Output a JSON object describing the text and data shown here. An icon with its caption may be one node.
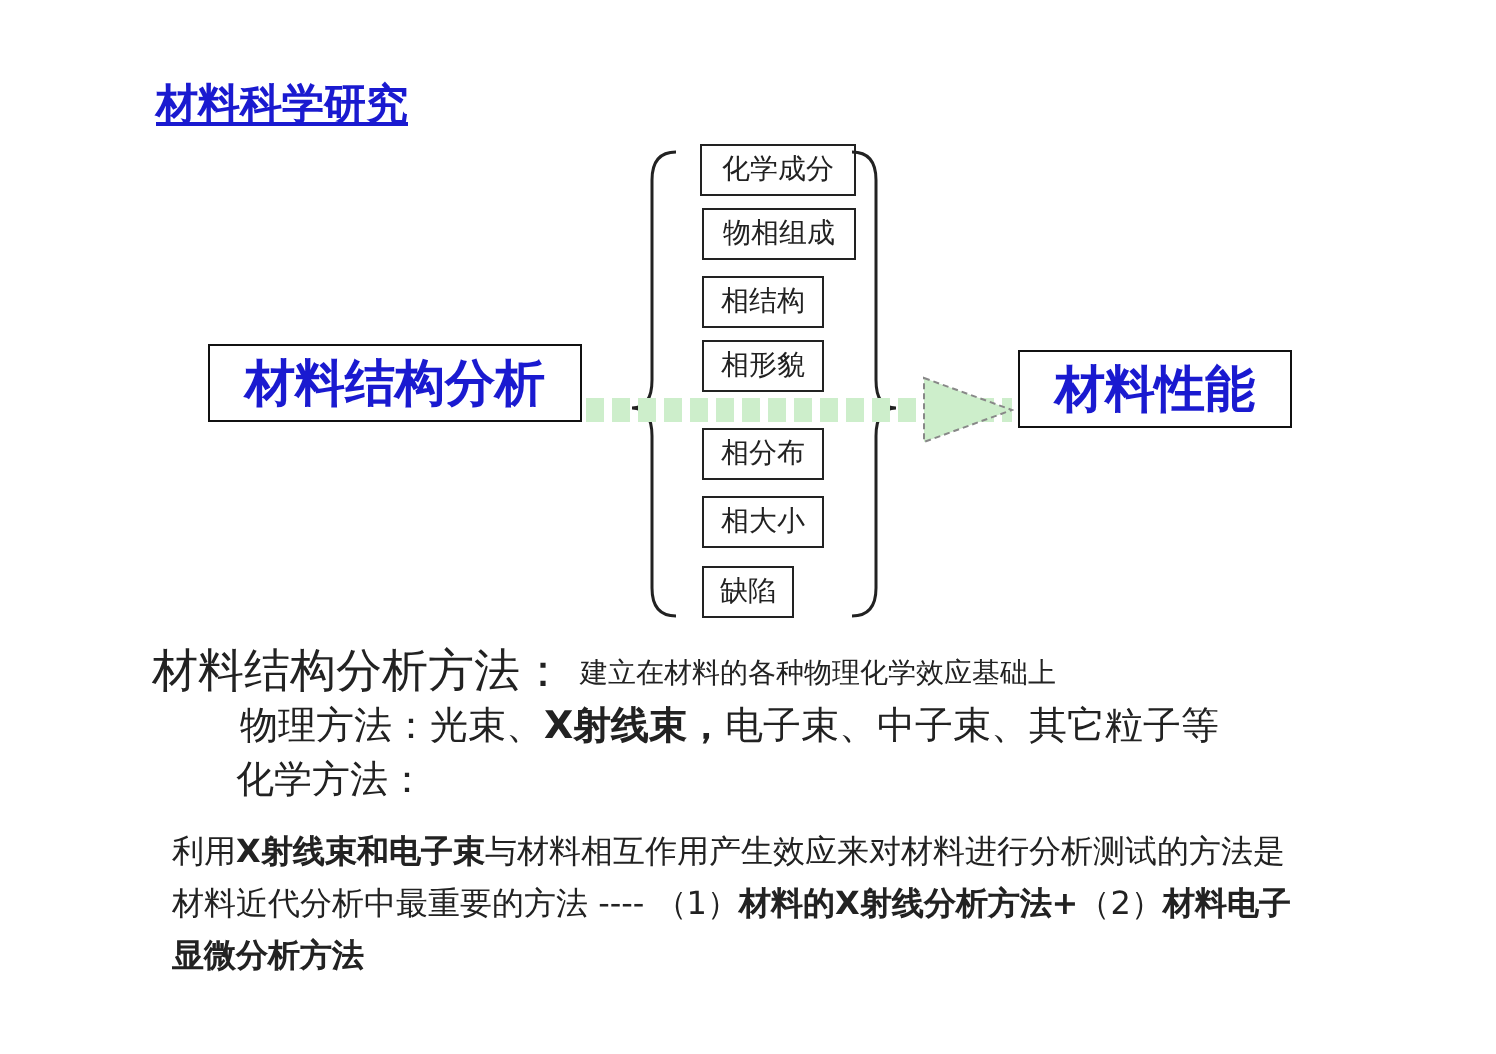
{
  "diagram": {
    "title": "材料科学研究",
    "nodes": [
      {
        "text": [
          "材料结构分析"
        ]
      },
      {
        "text": [
          "材料性能"
        ]
      },
      {
        "text": [
          "化学成分"
        ]
      },
      {
        "text": [
          "物相组成"
        ]
      },
      {
        "text": [
          "相结构"
        ]
      },
      {
        "text": [
          "相形貌"
        ]
      },
      {
        "text": [
          "相分布"
        ]
      },
      {
        "text": [
          "相大小"
        ]
      },
      {
        "text": [
          "缺陷"
        ]
      }
    ],
    "edges": [
      {
        "from": 0,
        "to": 1,
        "arrow": "to",
        "style": "dashed",
        "color": "#cdeecb"
      }
    ],
    "labels": [
      "材料结构分析方法：",
      "建立在材料的各种物理化学效应基础上",
      "物理方法：光束、**X射线束，**电子束、中子束、其它粒子等",
      "化学方法：",
      "利用**X射线束和电子束**与材料相互作用产生效应来对材料进行分析测试的方法是材料近代分析中最重要的方法 ---- （1）**材料的X射线分析方法+**（2）**材料电子显微分析方法**"
    ]
  }
}
